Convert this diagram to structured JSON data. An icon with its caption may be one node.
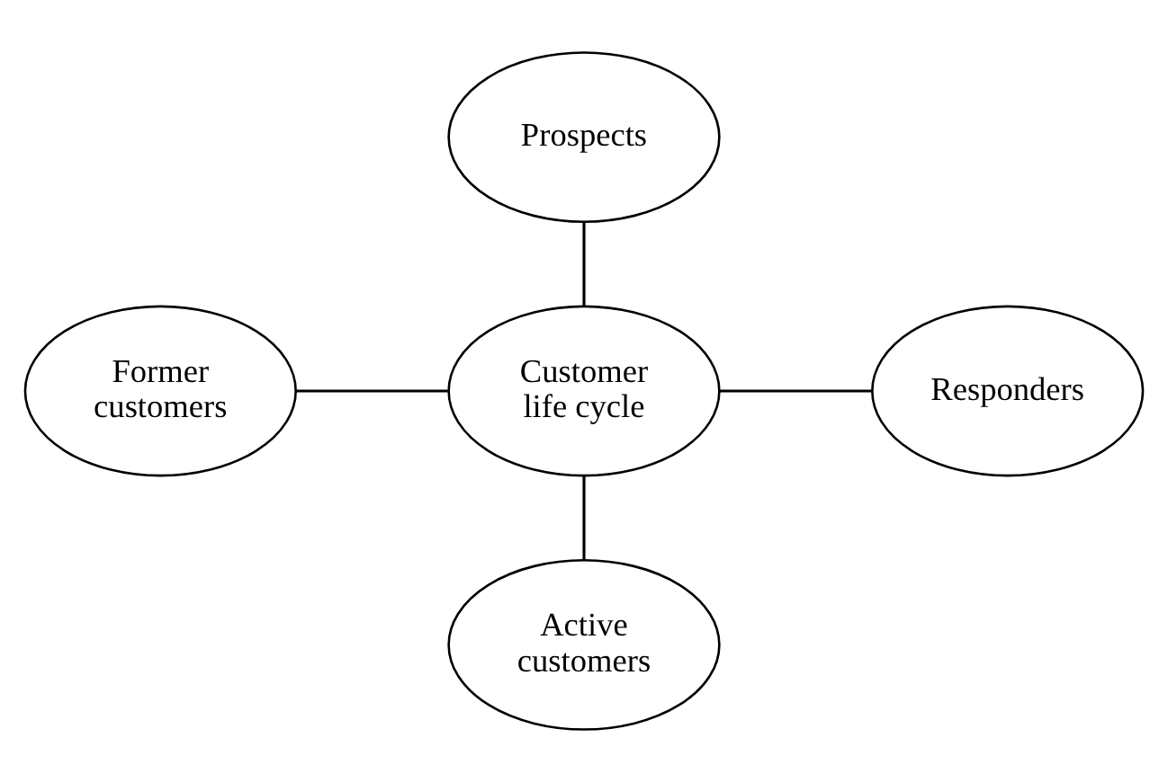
{
  "diagram": {
    "nodes": [
      {
        "text": [
          "Prospects"
        ]
      },
      {
        "text": [
          "Former customers"
        ]
      },
      {
        "text": [
          "Customer life cycle"
        ]
      },
      {
        "text": [
          "Responders"
        ]
      },
      {
        "text": [
          "Active customers"
        ]
      }
    ],
    "edges": [
      {
        "from": 0,
        "to": 2,
        "arrow": "none"
      },
      {
        "from": 1,
        "to": 2,
        "arrow": "none"
      },
      {
        "from": 2,
        "to": 3,
        "arrow": "none"
      },
      {
        "from": 2,
        "to": 4,
        "arrow": "none"
      }
    ]
  }
}
